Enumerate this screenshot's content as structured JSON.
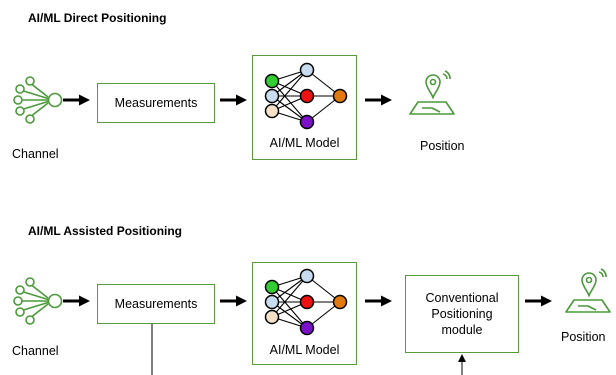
{
  "direct": {
    "title": "AI/ML Direct Positioning",
    "channel_label": "Channel",
    "measurements_label": "Measurements",
    "model_label": "AI/ML Model",
    "position_label": "Position"
  },
  "assisted": {
    "title": "AI/ML Assisted Positioning",
    "channel_label": "Channel",
    "measurements_label": "Measurements",
    "model_label": "AI/ML Model",
    "conventional_line1": "Conventional",
    "conventional_line2": "Positioning",
    "conventional_line3": "module",
    "position_label": "Position"
  },
  "colors": {
    "box_border": "#5a9a3c",
    "icon_green": "#4a9a3a",
    "node_green": "#33cc33",
    "node_lightblue": "#c8dcf0",
    "node_peach": "#f5e0c8",
    "node_red": "#ee1111",
    "node_orange": "#e07a10",
    "node_purple": "#7a10c8"
  },
  "icons": [
    "antenna-channel-icon",
    "neural-network-icon",
    "map-pin-icon",
    "arrow-right-icon"
  ]
}
